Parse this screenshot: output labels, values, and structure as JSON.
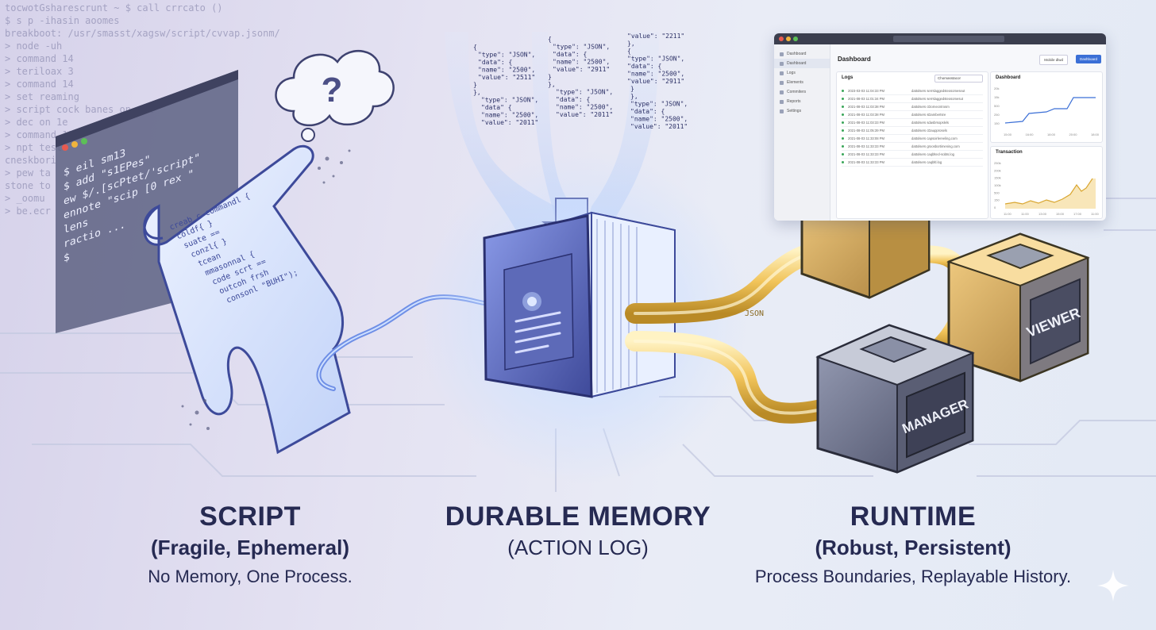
{
  "terminal": {
    "lines": [
      "tocwotGsharescrunt ~ $ call crrcato ()",
      "$ s p -ihasin aoomes",
      "breakboot: /usr/smasst/xagsw/script/cvvap.jsonm/",
      "> node -uh",
      "> command 14",
      "> teriloax 3",
      "> command 14",
      "> set reaming",
      "> script cock banes on vsl",
      "> dec on 1e",
      "> command 11",
      "> npt test",
      "cneskbori",
      "> pew ta",
      "stone to",
      "> _oomu",
      "> be.ecr"
    ],
    "window_lines": [
      "$ eil sm13",
      "$ add \"s1EPes\"",
      "  ew  $/.[scPtet/'script\"",
      "ennote  \"scip [0  rex \"",
      "lens",
      "ractio ...",
      "$"
    ]
  },
  "scroll_code": [
    "creab c commandl {",
    "coldf{ }",
    "suate ==",
    "conzl{ }",
    "tcean",
    "mmasonnal {",
    "code scrt ==",
    "outcoh frsh",
    "consonl \"BUHI\");"
  ],
  "json_stream": {
    "snippets": [
      [
        "{",
        "\"type\": \"JSON\",",
        "\"data\": {",
        "\"name\": \"2500\",",
        "\"value\": \"2511\"",
        "}",
        "},",
        "\"type\": \"JSON\",",
        "\"data\" {",
        "\"name\": \"2500\",",
        "\"value\": \"2011\""
      ],
      [
        "{",
        "\"type\": \"JSON\",",
        "\"data\": {",
        "\"name\": \"2500\",",
        "\"value\": \"2911\"",
        "}",
        "},",
        "\"type\": \"J5ON\",",
        "\"data\": {",
        "\"name\": \"2500\",",
        "\"value\": \"2011\""
      ],
      [
        "\"value\": \"2211\"",
        "},",
        "{",
        "\"type\": \"JSON\",",
        "\"data\": {",
        "\"name\": \"2500\",",
        "\"value\": \"2911\"",
        "}",
        "},",
        "\"type\": \"JSON\",",
        "\"data\": {",
        "\"name\": \"2500\",",
        "\"value\": \"2011\""
      ]
    ]
  },
  "pipe_label": "JSON",
  "modules": {
    "viewer": "VIEWER",
    "manager": "MANAGER"
  },
  "dashboard": {
    "sidebar": [
      "Dashboard",
      "Dashboard",
      "Logs",
      "Elements",
      "Commiters",
      "Reports",
      "Settings"
    ],
    "title": "Dashboard",
    "buttons": [
      "Mobile dlwd",
      "Dashboard"
    ],
    "logs_title": "Logs",
    "logs_filter": "Chomasstacor",
    "log_rows": [
      [
        "2023-03-03 11:04:33 PM",
        "dattolsers serrslaggedsteosomeseut"
      ],
      [
        "2021-08-03 11:01:34 PM",
        "dattolsers serrslaggedsteosomesut"
      ],
      [
        "2021-08-03 11:03:38 PM",
        "dattolsers cDornecntrosm"
      ],
      [
        "2021-08-03 11:03:38 PM",
        "dattolsers sDambertsre"
      ],
      [
        "2021-08-03 11:03:33 PM",
        "dattolsers sdasbrsopslels"
      ],
      [
        "2021-08-03 11:05:39 PM",
        "dattolsers cDaupprosels"
      ],
      [
        "2021-08-03 11:33:08 PM",
        "dattolsers capsoirlereeling.com"
      ],
      [
        "2021-08-03 11:33:33 PM",
        "dattolsers groosbortimening.com"
      ],
      [
        "2021-08-03 11:33:33 PM",
        "dattolsers caqbltecl-sobts.log"
      ],
      [
        "2021-08-03 11:33:33 PM",
        "dattolsers caqbltl.log"
      ]
    ],
    "chart1": {
      "title": "Dashboard",
      "yticks": [
        "20k",
        "15k",
        "500",
        "250",
        "150"
      ],
      "xticks": [
        "15:00",
        "16:00",
        "18:00",
        "20:00",
        "18:00"
      ]
    },
    "chart2": {
      "title": "Transaction",
      "yticks": [
        "250k",
        "200k",
        "150k",
        "100k",
        "500",
        "150",
        "0"
      ],
      "xticks": [
        "11:00",
        "11:00",
        "13:00",
        "15:00",
        "17:00",
        "11:00"
      ]
    }
  },
  "captions": {
    "script": {
      "title": "SCRIPT",
      "sub": "(Fragile, Ephemeral)",
      "desc": "No Memory, One Process."
    },
    "memory": {
      "title": "DURABLE MEMORY",
      "sub": "(ACTION LOG)"
    },
    "runtime": {
      "title": "RUNTIME",
      "sub": "(Robust, Persistent)",
      "desc": "Process Boundaries, Replayable History."
    }
  },
  "colors": {
    "accent_blue": "#6f8fe6",
    "gold": "#e6b54a",
    "text": "#262a52"
  },
  "icons": [
    "question-thought-cloud-icon",
    "sparkle-icon"
  ]
}
